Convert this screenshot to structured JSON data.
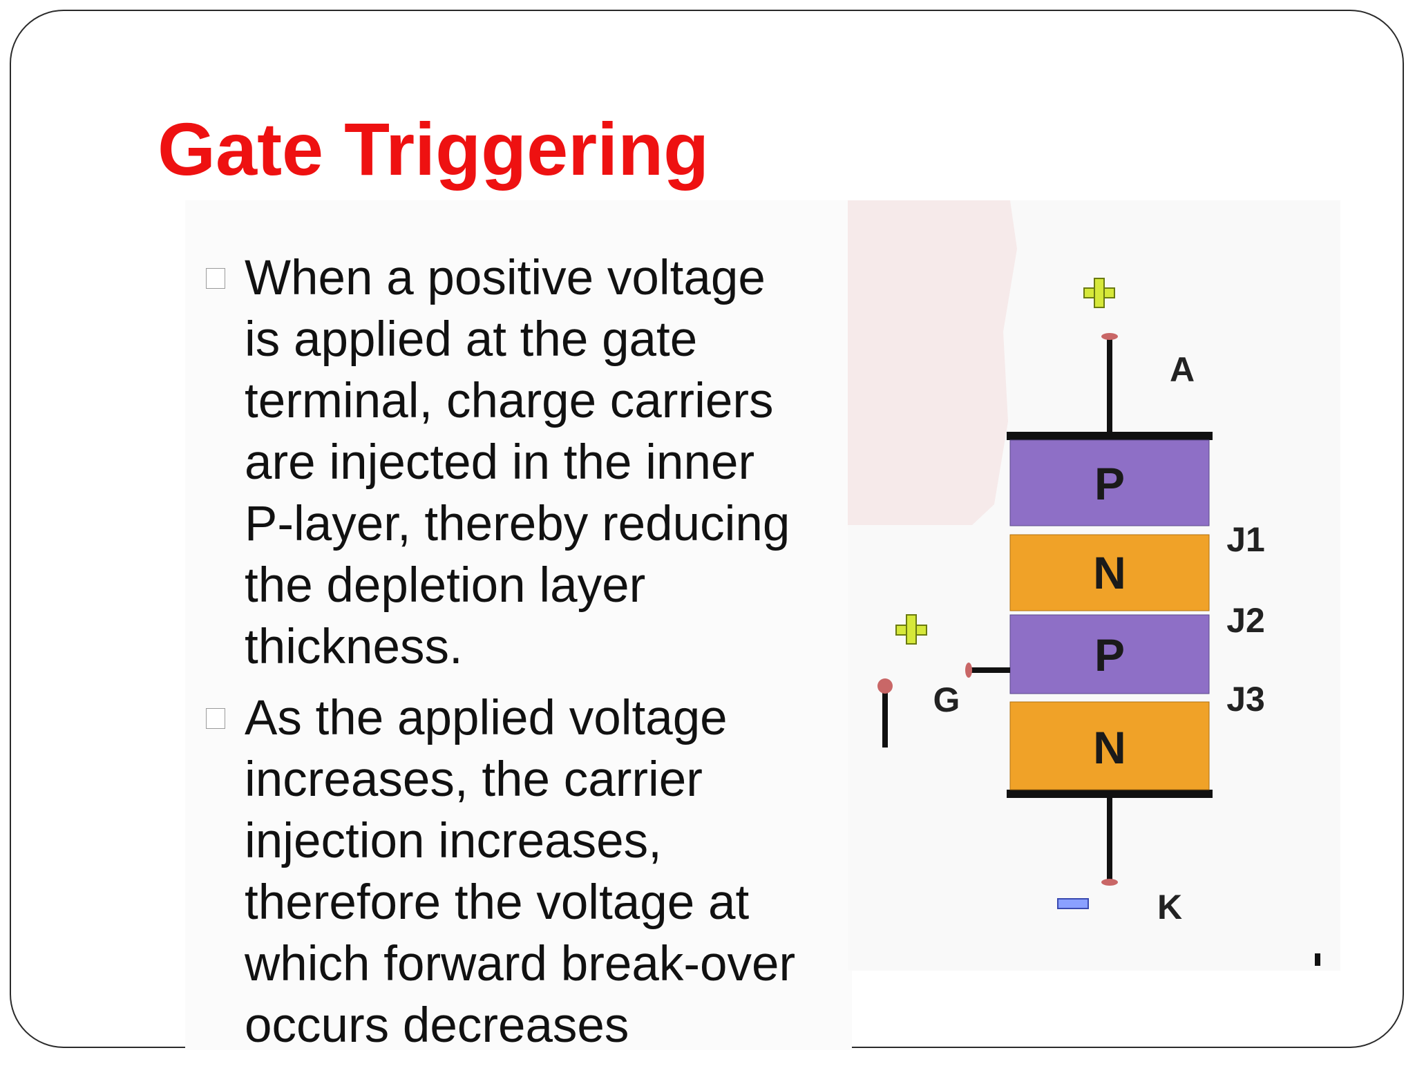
{
  "slide": {
    "title": "Gate Triggering",
    "bullets": [
      {
        "text": "When a positive voltage\nis applied at the gate\nterminal, charge carriers\nare injected in the inner\nP-layer, thereby reducing\nthe depletion layer\nthickness."
      },
      {
        "text": "As the applied voltage\nincreases, the carrier\ninjection increases,\ntherefore the voltage at\nwhich  forward break-over\noccurs decreases"
      }
    ]
  },
  "diagram": {
    "layers": [
      {
        "label": "P",
        "type": "p"
      },
      {
        "label": "N",
        "type": "n"
      },
      {
        "label": "P",
        "type": "p"
      },
      {
        "label": "N",
        "type": "n"
      }
    ],
    "junctions": [
      "J1",
      "J2",
      "J3"
    ],
    "terminals": {
      "anode": "A",
      "gate": "G",
      "cathode": "K"
    },
    "colors": {
      "p_layer": "#8e6fc6",
      "n_layer": "#f0a228",
      "plus_sign": "#d6e83a",
      "minus_sign": "#8aa0ff",
      "title": "#ee1111"
    }
  }
}
